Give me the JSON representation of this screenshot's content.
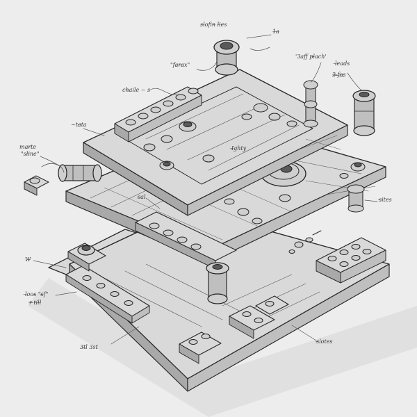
{
  "sketch": {
    "palette": {
      "paper": "#ededed",
      "ink": "#2b2b2b",
      "shade": "#a9a9a9"
    },
    "annotations": [
      {
        "id": "top-left",
        "text": "ch̶aile  ~ s"
      },
      {
        "id": "top-center",
        "text": "\"fa̶r̶a̶x\""
      },
      {
        "id": "top-knob",
        "text": "sl̶ofin̶ li̶es"
      },
      {
        "id": "top-right-a",
        "text": "1̶a̶"
      },
      {
        "id": "top-right-b",
        "text": "'3aff pl̶ach'"
      },
      {
        "id": "top-right-c",
        "text": "l̶eads"
      },
      {
        "id": "top-right-d",
        "text": "2̶ ̶fo̶s"
      },
      {
        "id": "mid-left-a",
        "text": "~ta̶ta"
      },
      {
        "id": "mid-left-b",
        "text": "mar̶te"
      },
      {
        "id": "mid-left-c",
        "text": "\"sli̶ne\""
      },
      {
        "id": "center",
        "text": "I̶ghty"
      },
      {
        "id": "mid-center",
        "text": "s̶al"
      },
      {
        "id": "right",
        "text": "s̶ites"
      },
      {
        "id": "lower-left-a",
        "text": "W̶"
      },
      {
        "id": "lower-left-b",
        "text": "l̶oos̶ \"s̶f\""
      },
      {
        "id": "lower-left-c",
        "text": "r̶ ̶ti̶ll̶"
      },
      {
        "id": "bottom-left",
        "text": "3t̶l  3st"
      },
      {
        "id": "bottom-right",
        "text": "s̶lotes"
      }
    ]
  }
}
